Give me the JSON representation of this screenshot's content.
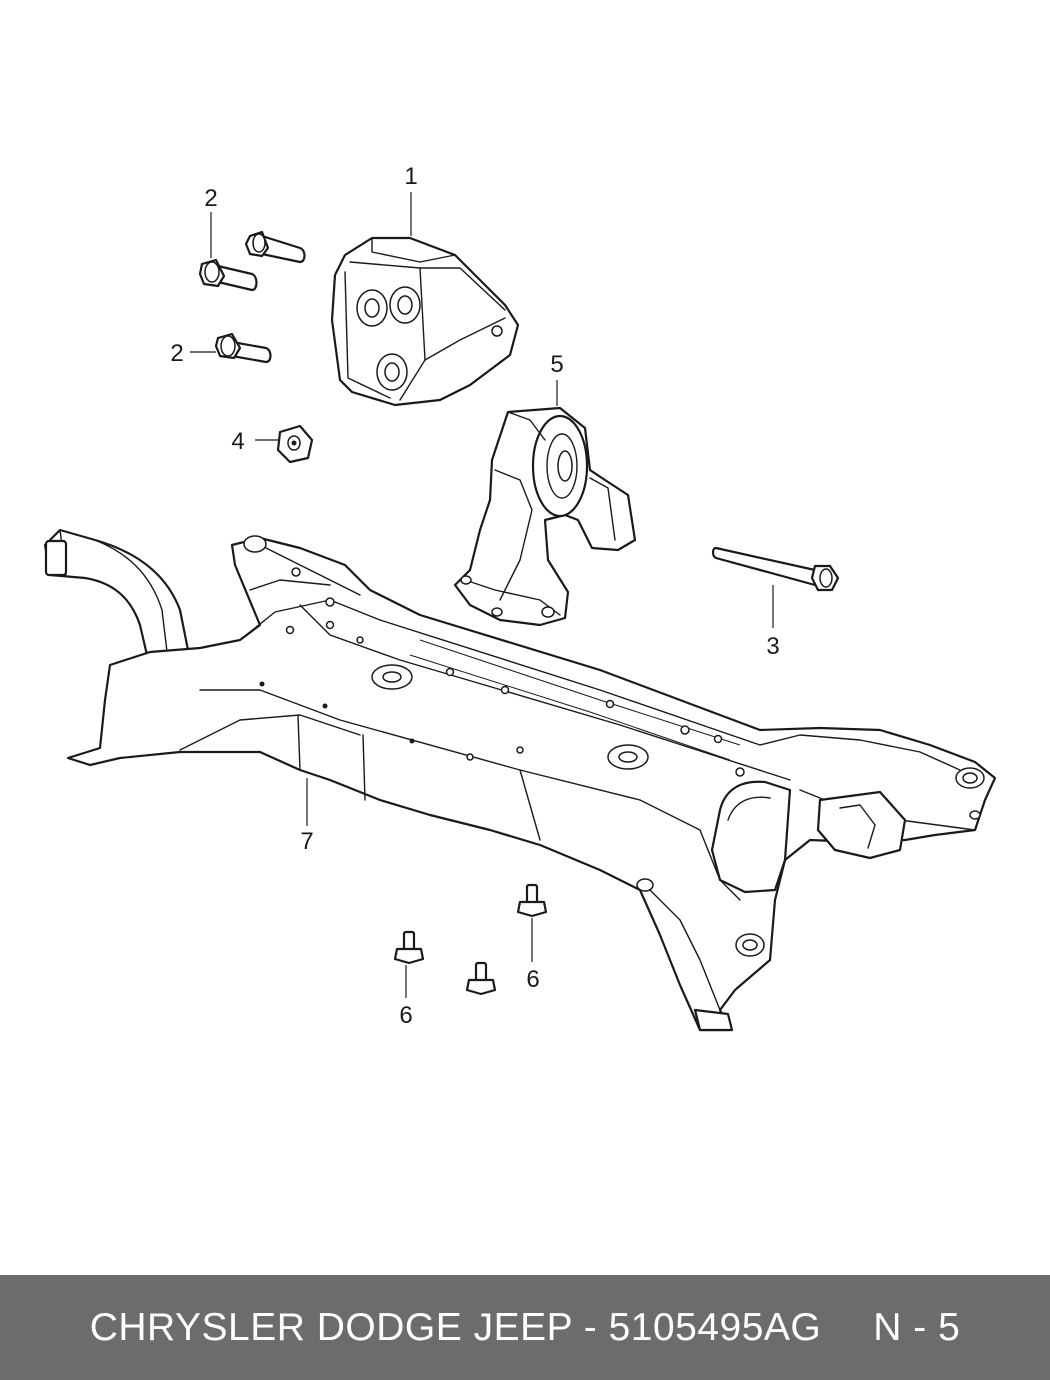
{
  "diagram": {
    "callouts": {
      "part_1": "1",
      "part_2a": "2",
      "part_2b": "2",
      "part_3": "3",
      "part_4": "4",
      "part_5": "5",
      "part_6a": "6",
      "part_6b": "6",
      "part_7": "7"
    }
  },
  "footer": {
    "brand_part": "CHRYSLER DODGE JEEP - 5105495AG",
    "page_ref": "N - 5"
  }
}
